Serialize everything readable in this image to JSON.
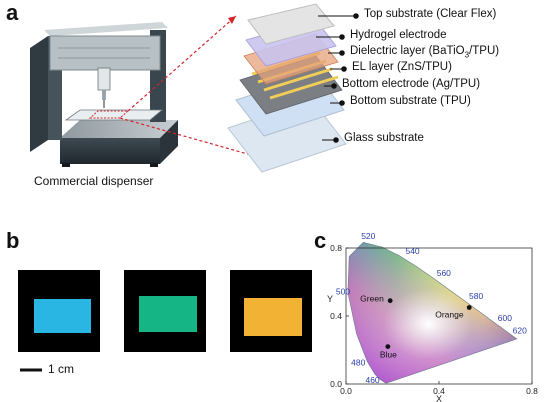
{
  "panels": {
    "a": "a",
    "b": "b",
    "c": "c"
  },
  "dispenser_caption": "Commercial dispenser",
  "layers": [
    {
      "pre": "Top substrate (Clear Flex)",
      "sub": "",
      "post": ""
    },
    {
      "pre": "Hydrogel electrode",
      "sub": "",
      "post": ""
    },
    {
      "pre": "Dielectric layer (BaTiO",
      "sub": "3",
      "post": "/TPU)"
    },
    {
      "pre": "EL layer (ZnS/TPU)",
      "sub": "",
      "post": ""
    },
    {
      "pre": "Bottom electrode (Ag/TPU)",
      "sub": "",
      "post": ""
    },
    {
      "pre": "Bottom substrate (TPU)",
      "sub": "",
      "post": ""
    },
    {
      "pre": "Glass substrate",
      "sub": "",
      "post": ""
    }
  ],
  "samples": [
    {
      "name": "blue",
      "color": "#29b6e2"
    },
    {
      "name": "green",
      "color": "#16b585"
    },
    {
      "name": "orange",
      "color": "#f2b335"
    }
  ],
  "scale_bar": "1 cm",
  "chart_data": {
    "type": "scatter",
    "title": "",
    "xlabel": "X",
    "ylabel": "Y",
    "xlim": [
      0.0,
      0.8
    ],
    "ylim": [
      0.0,
      0.8
    ],
    "x_ticks": [
      "0.0",
      "0.4",
      "0.8"
    ],
    "y_ticks": [
      "0.0",
      "0.4",
      "0.8"
    ],
    "spectral_locus_labels": [
      {
        "nm": "460",
        "x": 0.144,
        "y": 0.03
      },
      {
        "nm": "480",
        "x": 0.091,
        "y": 0.133
      },
      {
        "nm": "500",
        "x": 0.008,
        "y": 0.538
      },
      {
        "nm": "520",
        "x": 0.074,
        "y": 0.834
      },
      {
        "nm": "540",
        "x": 0.23,
        "y": 0.754
      },
      {
        "nm": "560",
        "x": 0.373,
        "y": 0.624
      },
      {
        "nm": "580",
        "x": 0.512,
        "y": 0.487
      },
      {
        "nm": "600",
        "x": 0.627,
        "y": 0.372
      },
      {
        "nm": "620",
        "x": 0.691,
        "y": 0.308
      }
    ],
    "points": [
      {
        "name": "Green",
        "x": 0.19,
        "y": 0.49
      },
      {
        "name": "Orange",
        "x": 0.53,
        "y": 0.45
      },
      {
        "name": "Blue",
        "x": 0.18,
        "y": 0.22
      }
    ],
    "grid": false
  }
}
